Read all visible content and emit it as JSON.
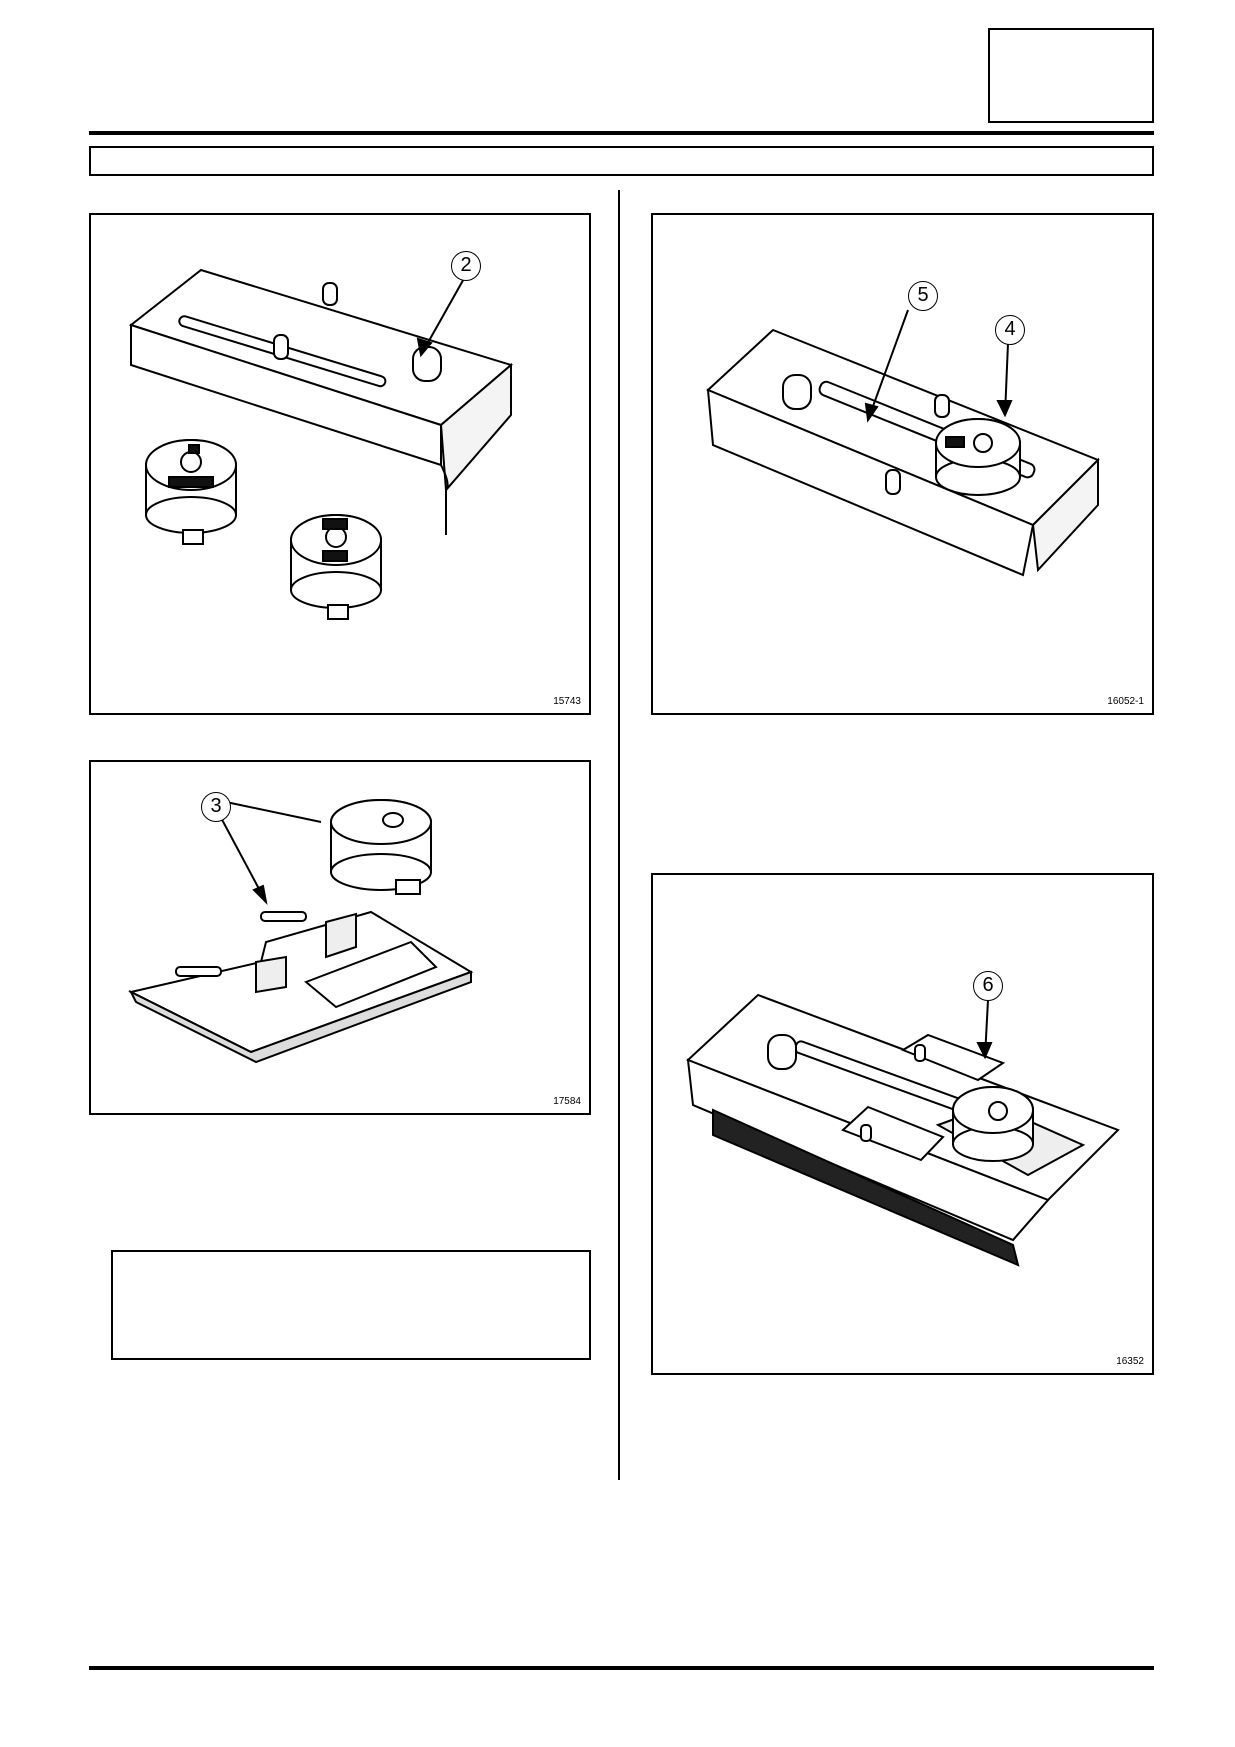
{
  "header": {
    "page_box_label": "",
    "section_title": ""
  },
  "figures": {
    "fig1": {
      "ref": "15743",
      "callouts": [
        "2"
      ]
    },
    "fig2": {
      "ref": "17584",
      "callouts": [
        "3"
      ]
    },
    "fig3": {
      "ref": "16052-1",
      "callouts": [
        "5",
        "4"
      ]
    },
    "fig4": {
      "ref": "16352",
      "callouts": [
        "6"
      ]
    }
  },
  "note": {
    "text": ""
  }
}
